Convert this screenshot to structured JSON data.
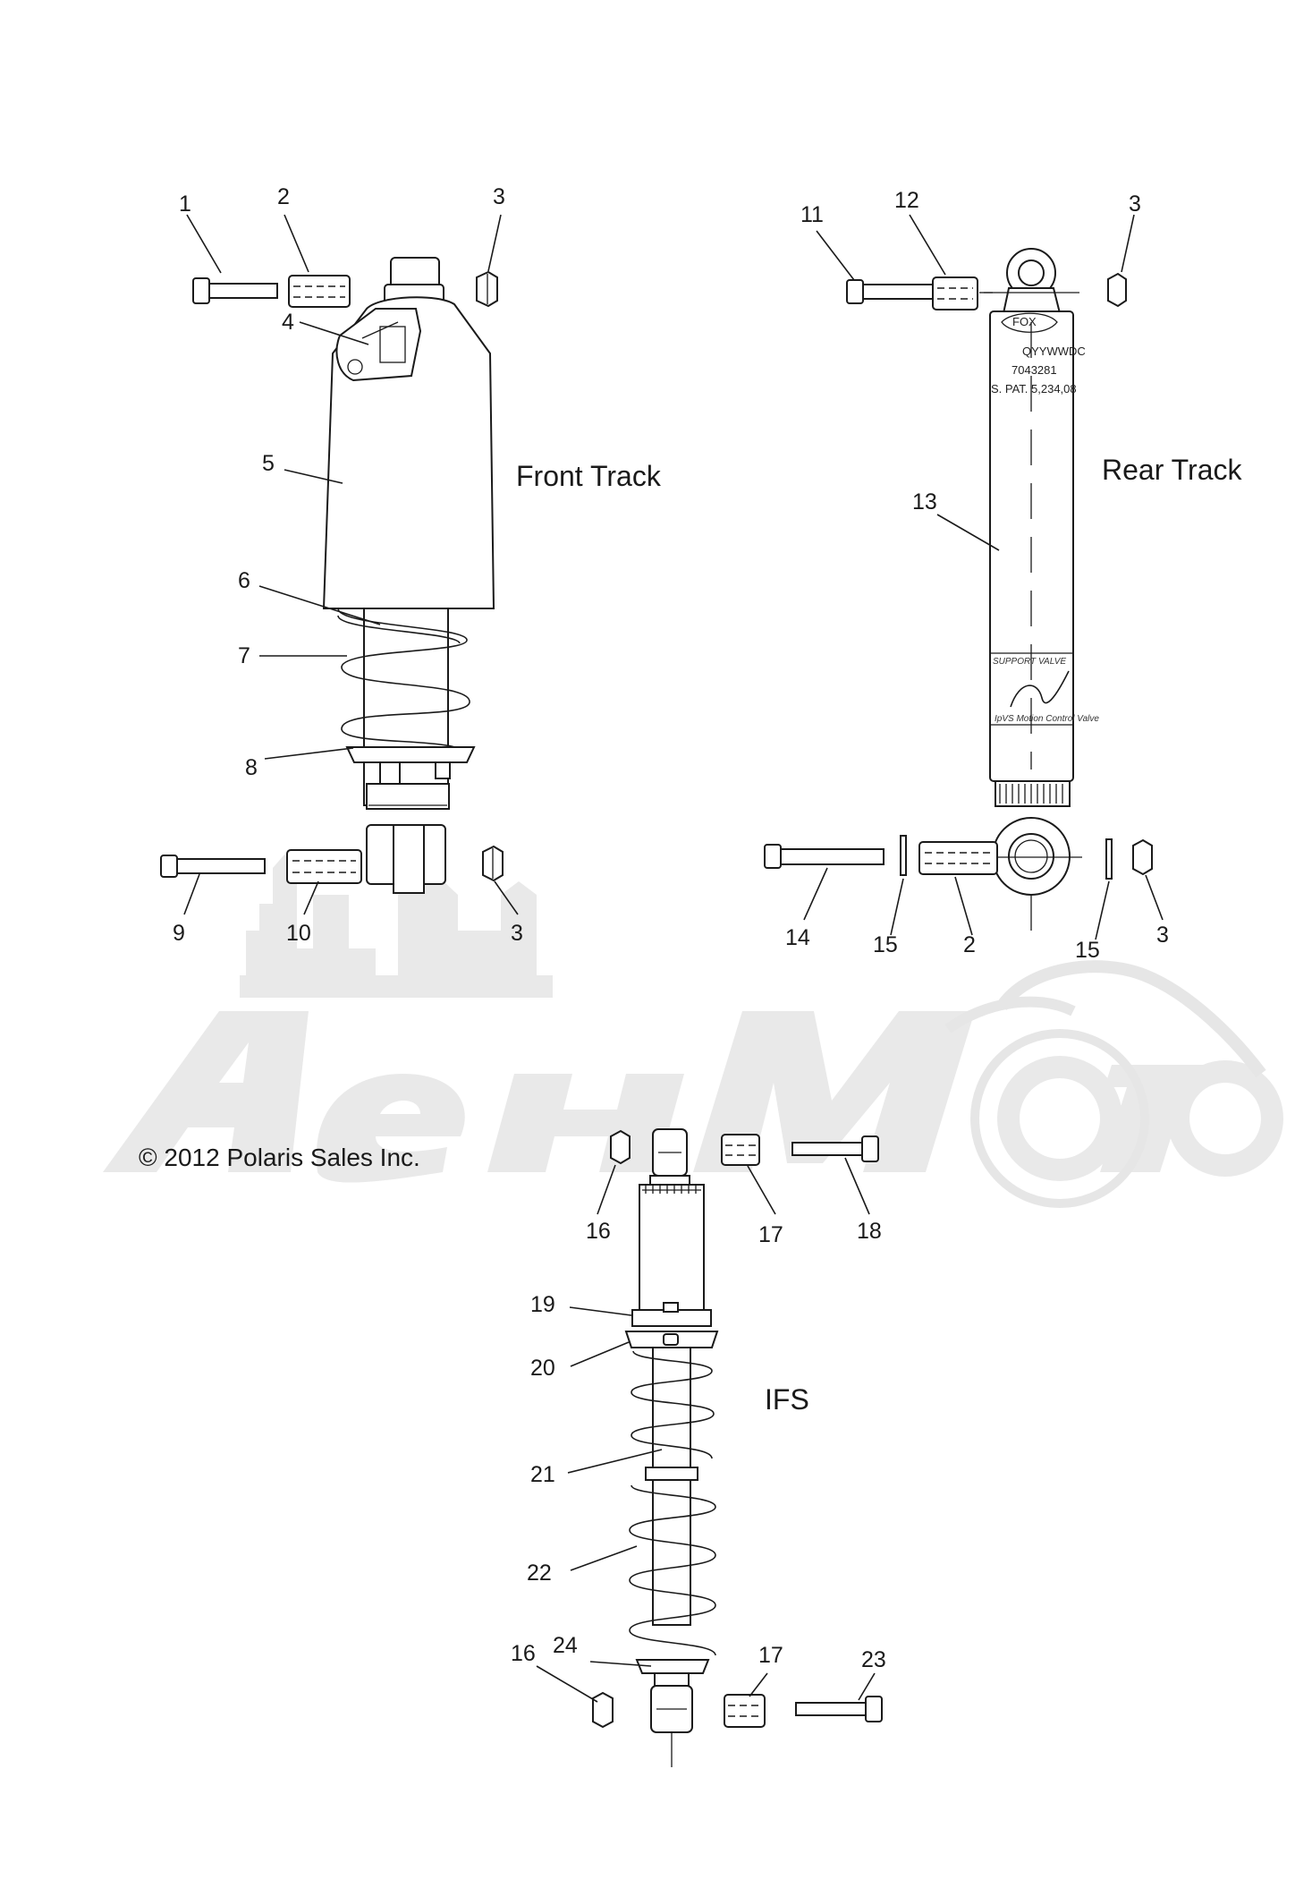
{
  "sections": {
    "front_track": "Front Track",
    "rear_track": "Rear Track",
    "ifs": "IFS"
  },
  "copyright": "© 2012 Polaris Sales Inc.",
  "shock_label": {
    "line1": "QYYWWDC",
    "line2": "7043281",
    "line3": "S. PAT.  5,234,08",
    "band1": "SUPPORT VALVE",
    "band2": "IpVS Motion Control Valve"
  },
  "callouts": {
    "c1": "1",
    "c2a": "2",
    "c3a": "3",
    "c4": "4",
    "c5": "5",
    "c6": "6",
    "c7": "7",
    "c8": "8",
    "c9": "9",
    "c10": "10",
    "c3b": "3",
    "c11": "11",
    "c12": "12",
    "c3c": "3",
    "c13": "13",
    "c14": "14",
    "c15a": "15",
    "c2b": "2",
    "c15b": "15",
    "c3d": "3",
    "c16a": "16",
    "c17a": "17",
    "c18": "18",
    "c19": "19",
    "c20": "20",
    "c21": "21",
    "c22": "22",
    "c24": "24",
    "c17b": "17",
    "c23": "23",
    "c16b": "16"
  }
}
